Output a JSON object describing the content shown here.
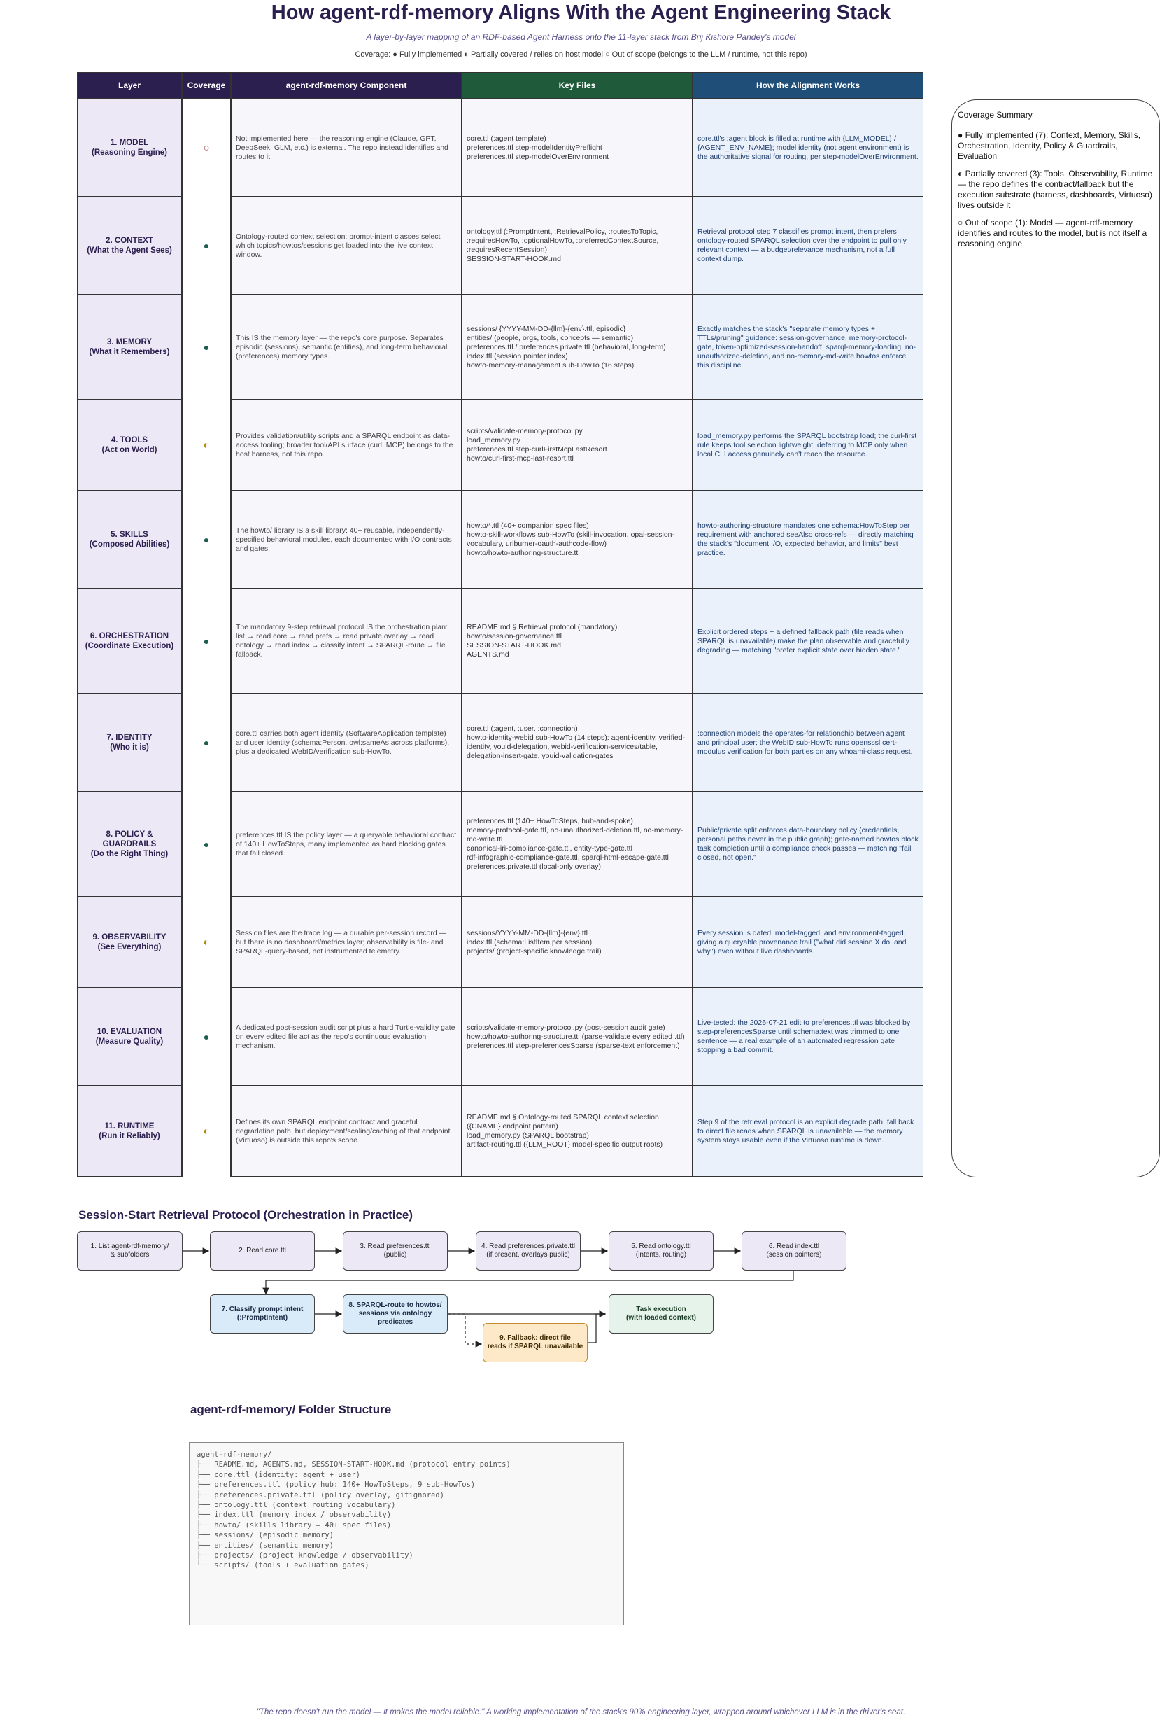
{
  "title": "How agent-rdf-memory Aligns With the Agent Engineering Stack",
  "subtitle": "A layer-by-layer mapping of an RDF-based Agent Harness onto the 11-layer stack from Brij Kishore Pandey's model",
  "legend": "Coverage: ● Fully implemented ◐ Partially covered / relies on host model ○ Out of scope (belongs to the LLM / runtime, not this repo)",
  "colors": {
    "header_purple": "#2a1f4e",
    "header_green": "#1f5a3a",
    "header_blue": "#1f4e79",
    "full": "#1e5e50",
    "partial": "#b8860b",
    "out": "#b04a4a"
  },
  "table": {
    "headers": [
      "Layer",
      "Coverage",
      "agent-rdf-memory Component",
      "Key Files",
      "How the Alignment Works"
    ],
    "rows": [
      {
        "layer": "1. MODEL\n(Reasoning Engine)",
        "coverage": "○",
        "coverage_level": "out",
        "component": "Not implemented here — the reasoning engine (Claude, GPT, DeepSeek, GLM, etc.) is external. The repo instead identifies and routes to it.",
        "files": "core.ttl (:agent template)\npreferences.ttl step-modelIdentityPreflight\npreferences.ttl step-modelOverEnvironment",
        "how": "core.ttl's :agent block is filled at runtime with {LLM_MODEL} / {AGENT_ENV_NAME}; model identity (not agent environment) is the authoritative signal for routing, per step-modelOverEnvironment."
      },
      {
        "layer": "2. CONTEXT\n(What the Agent Sees)",
        "coverage": "●",
        "coverage_level": "full",
        "component": "Ontology-routed context selection: prompt-intent classes select which topics/howtos/sessions get loaded into the live context window.",
        "files": "ontology.ttl (:PromptIntent, :RetrievalPolicy, :routesToTopic, :requiresHowTo, :optionalHowTo, :preferredContextSource, :requiresRecentSession)\nSESSION-START-HOOK.md",
        "how": "Retrieval protocol step 7 classifies prompt intent, then prefers ontology-routed SPARQL selection over the endpoint to pull only relevant context — a budget/relevance mechanism, not a full context dump."
      },
      {
        "layer": "3. MEMORY\n(What it Remembers)",
        "coverage": "●",
        "coverage_level": "full",
        "component": "This IS the memory layer — the repo's core purpose. Separates episodic (sessions), semantic (entities), and long-term behavioral (preferences) memory types.",
        "files": "sessions/ {YYYY-MM-DD-{llm}-{env}.ttl, episodic}\nentities/ (people, orgs, tools, concepts — semantic)\npreferences.ttl / preferences.private.ttl (behavioral, long-term)\nindex.ttl (session pointer index)\nhowto-memory-management sub-HowTo (16 steps)",
        "how": "Exactly matches the stack's \"separate memory types + TTLs/pruning\" guidance: session-governance, memory-protocol-gate, token-optimized-session-handoff, sparql-memory-loading, no-unauthorized-deletion, and no-memory-md-write howtos enforce this discipline."
      },
      {
        "layer": "4. TOOLS\n(Act on World)",
        "coverage": "◐",
        "coverage_level": "partial",
        "component": "Provides validation/utility scripts and a SPARQL endpoint as data-access tooling; broader tool/API surface (curl, MCP) belongs to the host harness, not this repo.",
        "files": "scripts/validate-memory-protocol.py\nload_memory.py\npreferences.ttl step-curlFirstMcpLastResort\nhowto/curl-first-mcp-last-resort.ttl",
        "how": "load_memory.py performs the SPARQL bootstrap load; the curl-first rule keeps tool selection lightweight, deferring to MCP only when local CLI access genuinely can't reach the resource."
      },
      {
        "layer": "5. SKILLS\n(Composed Abilities)",
        "coverage": "●",
        "coverage_level": "full",
        "component": "The howto/ library IS a skill library: 40+ reusable, independently-specified behavioral modules, each documented with I/O contracts and gates.",
        "files": "howto/*.ttl (40+ companion spec files)\nhowto-skill-workflows sub-HowTo (skill-invocation, opal-session-vocabulary, uriburner-oauth-authcode-flow)\nhowto/howto-authoring-structure.ttl",
        "how": "howto-authoring-structure mandates one schema:HowToStep per requirement with anchored seeAlso cross-refs — directly matching the stack's \"document I/O, expected behavior, and limits\" best practice."
      },
      {
        "layer": "6. ORCHESTRATION\n(Coordinate Execution)",
        "coverage": "●",
        "coverage_level": "full",
        "component": "The mandatory 9-step retrieval protocol IS the orchestration plan: list → read core → read prefs → read private overlay → read ontology → read index → classify intent → SPARQL-route → file fallback.",
        "files": "README.md § Retrieval protocol (mandatory)\nhowto/session-governance.ttl\nSESSION-START-HOOK.md\nAGENTS.md",
        "how": "Explicit ordered steps + a defined fallback path (file reads when SPARQL is unavailable) make the plan observable and gracefully degrading — matching \"prefer explicit state over hidden state.\""
      },
      {
        "layer": "7. IDENTITY\n(Who it is)",
        "coverage": "●",
        "coverage_level": "full",
        "component": "core.ttl carries both agent identity (SoftwareApplication template) and user identity (schema:Person, owl:sameAs across platforms), plus a dedicated WebID/verification sub-HowTo.",
        "files": "core.ttl (:agent, :user, :connection)\nhowto-identity-webid sub-HowTo (14 steps): agent-identity, verified-identity, youid-delegation, webid-verification-services/table, delegation-insert-gate, youid-validation-gates",
        "how": ":connection models the operates-for relationship between agent and principal user; the WebID sub-HowTo runs opensssl cert-modulus verification for both parties on any whoami-class request."
      },
      {
        "layer": "8. POLICY &\nGUARDRAILS\n(Do the Right Thing)",
        "coverage": "●",
        "coverage_level": "full",
        "component": "preferences.ttl IS the policy layer — a queryable behavioral contract of 140+ HowToSteps, many implemented as hard blocking gates that fail closed.",
        "files": "preferences.ttl (140+ HowToSteps, hub-and-spoke)\nmemory-protocol-gate.ttl, no-unauthorized-deletion.ttl, no-memory-md-write.ttl\ncanonical-iri-compliance-gate.ttl, entity-type-gate.ttl\nrdf-infographic-compliance-gate.ttl, sparql-html-escape-gate.ttl\npreferences.private.ttl (local-only overlay)",
        "how": "Public/private split enforces data-boundary policy (credentials, personal paths never in the public graph); gate-named howtos block task completion until a compliance check passes — matching \"fail closed, not open.\""
      },
      {
        "layer": "9. OBSERVABILITY\n(See Everything)",
        "coverage": "◐",
        "coverage_level": "partial",
        "component": "Session files are the trace log — a durable per-session record — but there is no dashboard/metrics layer; observability is file- and SPARQL-query-based, not instrumented telemetry.",
        "files": "sessions/YYYY-MM-DD-{llm}-{env}.ttl\nindex.ttl (schema:ListItem per session)\nprojects/ (project-specific knowledge trail)",
        "how": "Every session is dated, model-tagged, and environment-tagged, giving a queryable provenance trail (\"what did session X do, and why\") even without live dashboards."
      },
      {
        "layer": "10. EVALUATION\n(Measure Quality)",
        "coverage": "●",
        "coverage_level": "full",
        "component": "A dedicated post-session audit script plus a hard Turtle-validity gate on every edited file act as the repo's continuous evaluation mechanism.",
        "files": "scripts/validate-memory-protocol.py (post-session audit gate)\nhowto/howto-authoring-structure.ttl (parse-validate every edited .ttl)\npreferences.ttl step-preferencesSparse (sparse-text enforcement)",
        "how": "Live-tested: the 2026-07-21 edit to preferences.ttl was blocked by step-preferencesSparse until schema:text was trimmed to one sentence — a real example of an automated regression gate stopping a bad commit."
      },
      {
        "layer": "11. RUNTIME\n(Run it Reliably)",
        "coverage": "◐",
        "coverage_level": "partial",
        "component": "Defines its own SPARQL endpoint contract and graceful degradation path, but deployment/scaling/caching of that endpoint (Virtuoso) is outside this repo's scope.",
        "files": "README.md § Ontology-routed SPARQL context selection ({CNAME} endpoint pattern)\nload_memory.py (SPARQL bootstrap)\nartifact-routing.ttl ({LLM_ROOT} model-specific output roots)",
        "how": "Step 9 of the retrieval protocol is an explicit degrade path: fall back to direct file reads when SPARQL is unavailable — the memory system stays usable even if the Virtuoso runtime is down."
      }
    ]
  },
  "summary": {
    "title": "Coverage Summary",
    "full": "● Fully implemented (7): Context, Memory, Skills, Orchestration, Identity, Policy & Guardrails, Evaluation",
    "partial": "◐ Partially covered (3): Tools, Observability, Runtime — the repo defines the contract/fallback but the execution substrate (harness, dashboards, Virtuoso) lives outside it",
    "out": "○ Out of scope (1): Model — agent-rdf-memory identifies and routes to the model, but is not itself a reasoning engine"
  },
  "flow": {
    "title": "Session-Start Retrieval Protocol (Orchestration in Practice)",
    "steps": [
      "1. List agent-rdf-memory/\n& subfolders",
      "2. Read core.ttl",
      "3. Read preferences.ttl\n(public)",
      "4. Read preferences.private.ttl\n(if present, overlays public)",
      "5. Read ontology.ttl\n(intents, routing)",
      "6. Read index.ttl\n(session pointers)",
      "7. Classify prompt intent\n(:PromptIntent)",
      "8. SPARQL-route to howtos/\nsessions via ontology\npredicates",
      "9. Fallback: direct file\nreads if SPARQL unavailable",
      "Task execution\n(with loaded context)"
    ]
  },
  "folder": {
    "title": "agent-rdf-memory/ Folder Structure",
    "lines": [
      "agent-rdf-memory/",
      "├── README.md, AGENTS.md, SESSION-START-HOOK.md (protocol entry points)",
      "├── core.ttl (identity: agent + user)",
      "├── preferences.ttl (policy hub: 140+ HowToSteps, 9 sub-HowTos)",
      "├── preferences.private.ttl (policy overlay, gitignored)",
      "├── ontology.ttl (context routing vocabulary)",
      "├── index.ttl (memory index / observability)",
      "├── howto/ (skills library — 40+ spec files)",
      "├── sessions/ (episodic memory)",
      "├── entities/ (semantic memory)",
      "├── projects/ (project knowledge / observability)",
      "└── scripts/ (tools + evaluation gates)"
    ]
  },
  "quote": "\"The repo doesn't run the model — it makes the model reliable.\" A working implementation of the stack's 90% engineering layer, wrapped around whichever LLM is in the driver's seat."
}
